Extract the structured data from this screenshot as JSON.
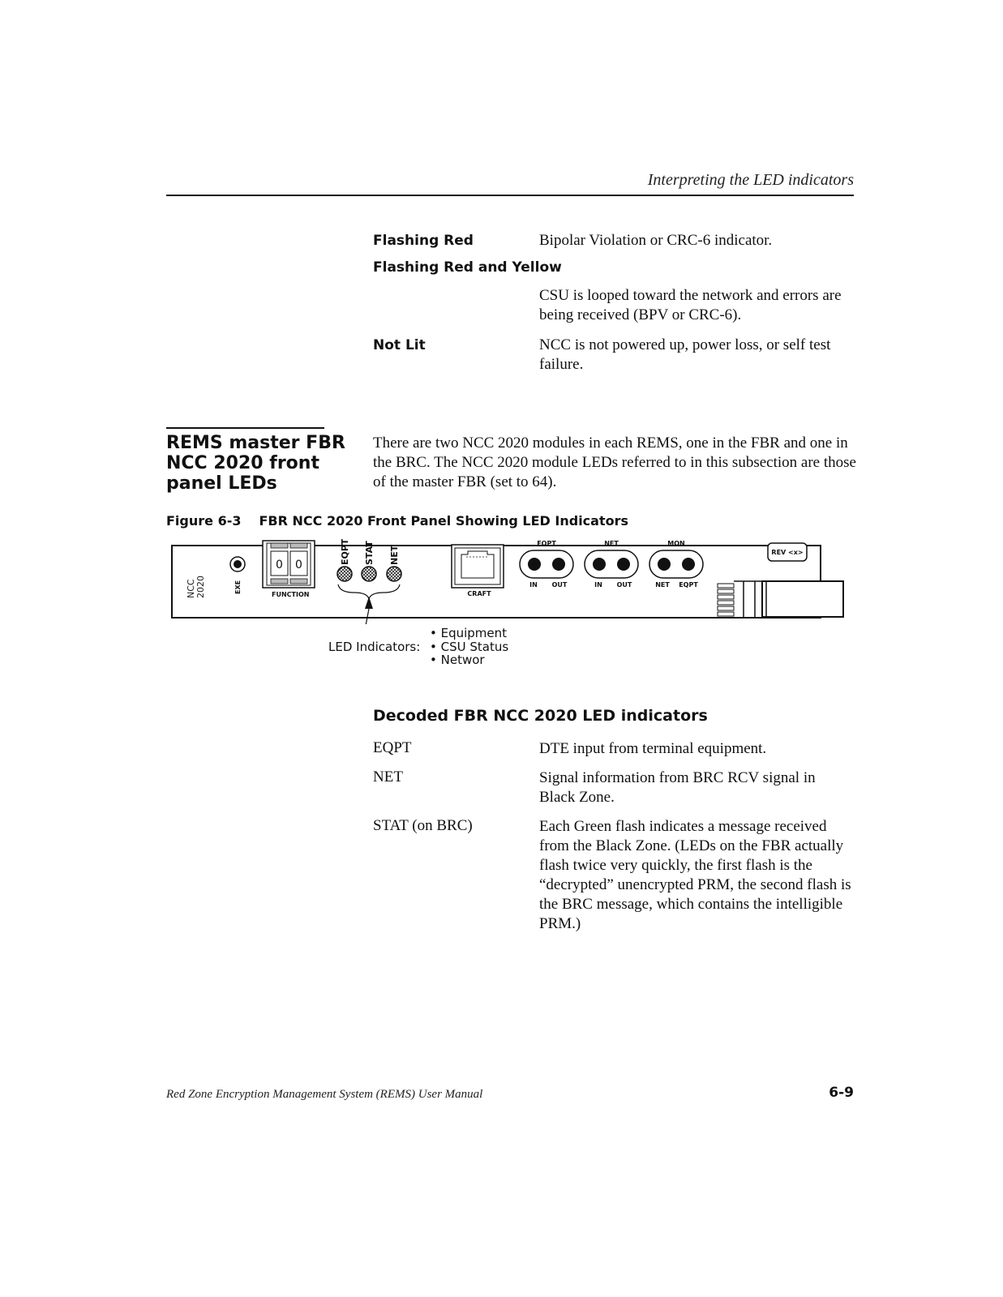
{
  "header": {
    "running_title": "Interpreting the LED indicators"
  },
  "stat_definitions": [
    {
      "term": "Flashing Red",
      "description": "Bipolar Violation or CRC-6 indicator."
    },
    {
      "term": "Flashing Red and Yellow",
      "description": "CSU is looped toward the network and errors are being received (BPV or CRC-6)."
    },
    {
      "term": "Not Lit",
      "description": "NCC is not powered up, power loss, or self test failure."
    }
  ],
  "section": {
    "heading": "REMS master FBR NCC 2020 front panel LEDs",
    "paragraph": "There are two NCC 2020 modules in each REMS, one in the FBR and one in the BRC. The NCC 2020 module LEDs referred to in this subsection are those of the master FBR (set to 64)."
  },
  "figure": {
    "number": "Figure 6-3",
    "title": "FBR NCC 2020 Front Panel Showing LED Indicators",
    "panel": {
      "module_name_line1": "NCC",
      "module_name_line2": "2020",
      "exe_label": "EXE",
      "function_digits": [
        "0",
        "0"
      ],
      "function_label": "FUNCTION",
      "led_labels": [
        "EQPT",
        "STAT",
        "NET"
      ],
      "craft_label": "CRAFT",
      "jack_groups": [
        {
          "title": "EQPT",
          "left": "IN",
          "right": "OUT"
        },
        {
          "title": "NET",
          "left": "IN",
          "right": "OUT"
        },
        {
          "title": "MON",
          "left": "NET",
          "right": "EQPT"
        }
      ],
      "rev_label": "REV <x>"
    },
    "callout_label": "LED Indicators:",
    "callout_items": [
      "• Equipment",
      "• CSU Status",
      "• Networ"
    ]
  },
  "decoded": {
    "heading": "Decoded FBR NCC 2020 LED indicators",
    "rows": [
      {
        "term": "EQPT",
        "description": "DTE input from terminal equipment."
      },
      {
        "term": "NET",
        "description": "Signal information from BRC RCV signal in Black Zone."
      },
      {
        "term": "STAT (on BRC)",
        "description": "Each Green flash indicates a message received from the Black Zone. (LEDs on the FBR actually flash twice very quickly, the first flash is the “decrypted” unencrypted PRM, the second flash is the BRC message, which contains the intelligible PRM.)"
      }
    ]
  },
  "footer": {
    "manual_title": "Red Zone Encryption Management System (REMS) User Manual",
    "page_number": "6-9"
  }
}
